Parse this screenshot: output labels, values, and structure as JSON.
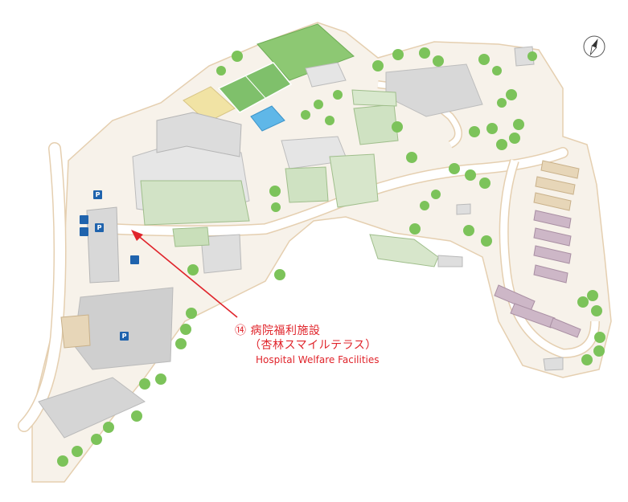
{
  "callout": {
    "number": "⑭",
    "name_jp": "病院福利施設",
    "sub_jp": "（杏林スマイルテラス）",
    "name_en": "Hospital Welfare Facilities",
    "color": "#e0242b"
  },
  "parking": {
    "label": "P",
    "color": "#1f63ad"
  },
  "legend": {
    "compass_icon": "compass-icon"
  },
  "colors": {
    "ground": "#f6f1e8",
    "road": "#ffffff",
    "road_edge": "#e2c9a6",
    "green": "#a8d08d",
    "field": "#7fc06b",
    "court": "#f1e3a4",
    "pool": "#5fb7e8",
    "building": "#d8d8d8",
    "building_roof": "#eeeeee",
    "building_green": "#b9d6a8",
    "building_mauve": "#cdb7c7",
    "tree": "#7cc35a",
    "trunk": "#9b7b55"
  }
}
